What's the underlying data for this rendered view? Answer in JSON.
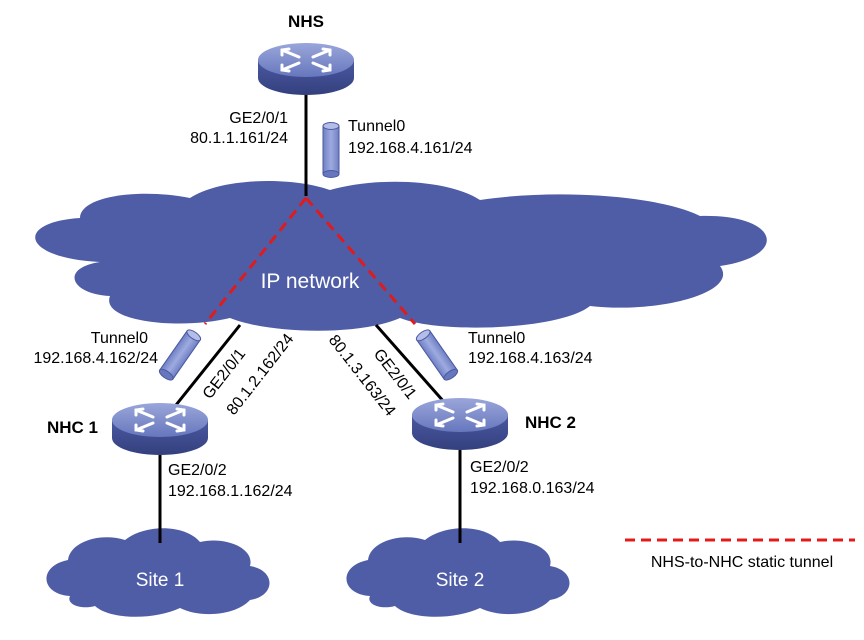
{
  "colors": {
    "cloud": "#4f5da6",
    "router_top": "#7c8bc8",
    "router_side": "#3f4d92",
    "tunnel": "#8796d2",
    "static_tunnel": "#e01b1b",
    "link": "#000000"
  },
  "nhs": {
    "title": "NHS",
    "ge_port": "GE2/0/1",
    "ge_ip": "80.1.1.161/24",
    "tunnel_name": "Tunnel0",
    "tunnel_ip": "192.168.4.161/24"
  },
  "network": {
    "label": "IP network"
  },
  "nhc1": {
    "title": "NHC 1",
    "tunnel_name": "Tunnel0",
    "tunnel_ip": "192.168.4.162/24",
    "ge_up_port": "GE2/0/1",
    "ge_up_ip": "80.1.2.162/24",
    "ge_down_port": "GE2/0/2",
    "ge_down_ip": "192.168.1.162/24",
    "site": "Site 1"
  },
  "nhc2": {
    "title": "NHC 2",
    "tunnel_name": "Tunnel0",
    "tunnel_ip": "192.168.4.163/24",
    "ge_up_port": "GE2/0/1",
    "ge_up_ip": "80.1.3.163/24",
    "ge_down_port": "GE2/0/2",
    "ge_down_ip": "192.168.0.163/24",
    "site": "Site 2"
  },
  "legend": {
    "static_tunnel_label": "NHS-to-NHC  static tunnel"
  }
}
